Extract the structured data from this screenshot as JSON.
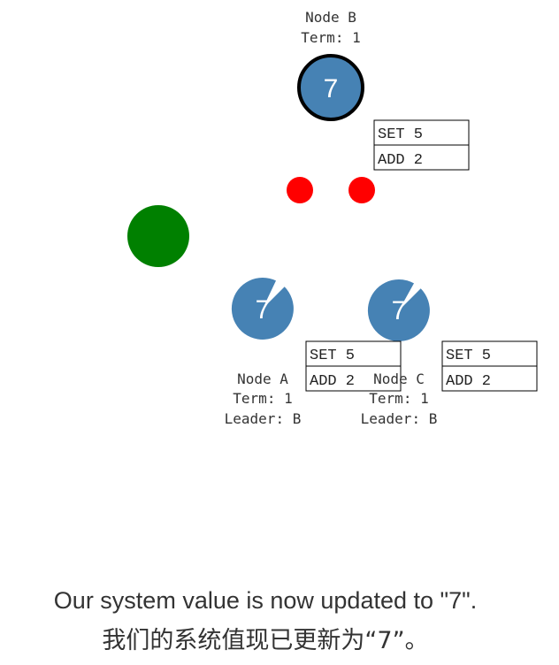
{
  "colors": {
    "node_fill": "#4682b4",
    "leader_stroke": "#000000",
    "message_dot": "#ff0000",
    "client_dot": "#008000",
    "log_border": "#000000"
  },
  "nodes": {
    "b": {
      "name": "Node B",
      "term": "Term: 1",
      "value": "7",
      "role": "leader",
      "log": [
        "SET 5",
        "ADD 2"
      ]
    },
    "a": {
      "name": "Node A",
      "term": "Term: 1",
      "leader": "Leader: B",
      "value": "7",
      "role": "follower",
      "log": [
        "SET 5",
        "ADD 2"
      ]
    },
    "c": {
      "name": "Node C",
      "term": "Term: 1",
      "leader": "Leader: B",
      "value": "7",
      "role": "follower",
      "log": [
        "SET 5",
        "ADD 2"
      ]
    }
  },
  "messages": {
    "count": 2
  },
  "client": {
    "present": true
  },
  "caption": {
    "english": "Our system value is now updated to \"7\".",
    "chinese": "我们的系统值现已更新为“7”。"
  }
}
